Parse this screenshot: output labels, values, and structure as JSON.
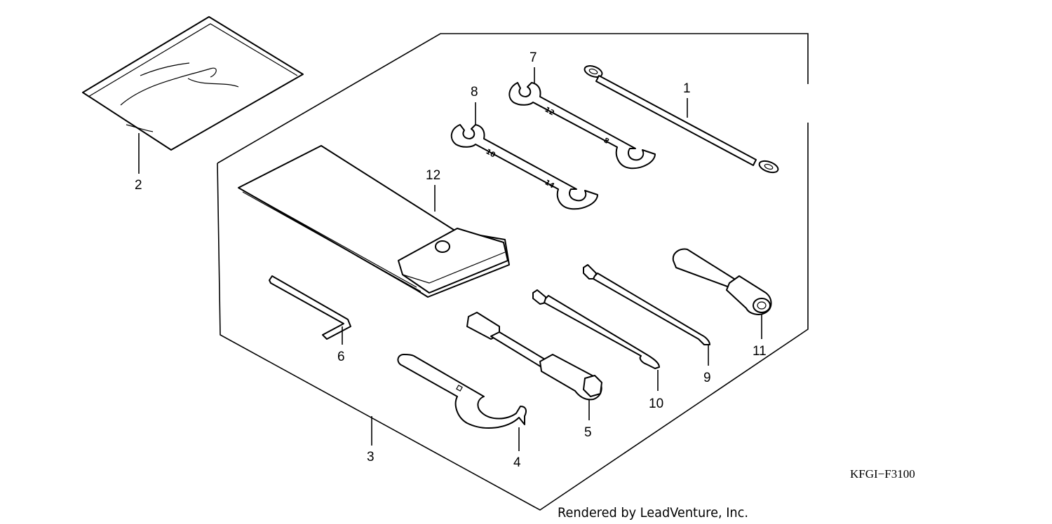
{
  "diagram": {
    "parts": [
      {
        "id": "part-1",
        "name": "bar-icon",
        "label": "1"
      },
      {
        "id": "part-2",
        "name": "bag-icon",
        "label": "2"
      },
      {
        "id": "part-3",
        "name": "tool-kit-outline",
        "label": "3"
      },
      {
        "id": "part-4",
        "name": "pin-spanner-icon",
        "label": "4"
      },
      {
        "id": "part-5",
        "name": "plug-wrench-icon",
        "label": "5"
      },
      {
        "id": "part-6",
        "name": "hex-key-icon",
        "label": "6"
      },
      {
        "id": "part-7",
        "name": "wrench-icon",
        "label": "7"
      },
      {
        "id": "part-8",
        "name": "wrench-icon",
        "label": "8"
      },
      {
        "id": "part-9",
        "name": "phillips-screwdriver-icon",
        "label": "9"
      },
      {
        "id": "part-10",
        "name": "flat-screwdriver-icon",
        "label": "10"
      },
      {
        "id": "part-11",
        "name": "screwdriver-handle-icon",
        "label": "11"
      },
      {
        "id": "part-12",
        "name": "tool-bag-icon",
        "label": "12"
      }
    ],
    "wrench_7_stamps": [
      "8",
      "12"
    ],
    "wrench_8_stamps": [
      "10",
      "14"
    ],
    "diagram_code": "KFGI−F3100",
    "credit": "Rendered by LeadVenture, Inc."
  }
}
